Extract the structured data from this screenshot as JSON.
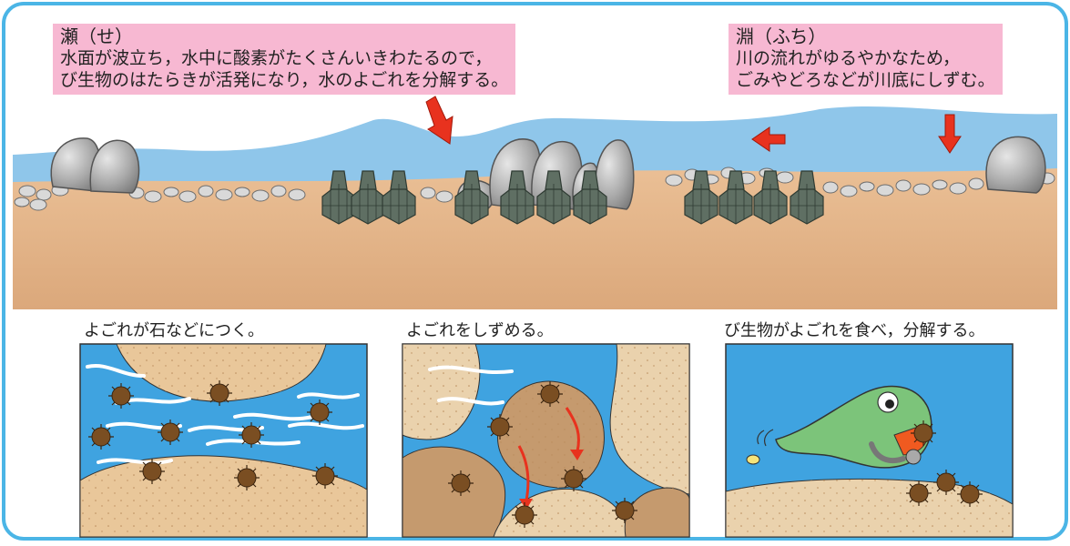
{
  "rapids": {
    "title": "瀬（せ）",
    "line1": "水面が波立ち，水中に酸素がたくさんいきわたるので，",
    "line2": "び生物のはたらきが活発になり，水のよごれを分解する。"
  },
  "pool": {
    "title": "淵（ふち）",
    "line1": "川の流れがゆるやかなため，",
    "line2": "ごみやどろなどが川底にしずむ。"
  },
  "captions": {
    "panel1": "よごれが石などにつく。",
    "panel2": "よごれをしずめる。",
    "panel3": "び生物がよごれを食べ，分解する。"
  },
  "colors": {
    "frame_border": "#4bb5e6",
    "label_bg": "#f7b8d2",
    "water": "#8fc6ea",
    "water_panel": "#3fa3e0",
    "sand": "#e7b98c",
    "stone": "#a9a9a9",
    "arrow": "#e8321e",
    "microbe": "#7a4e22",
    "fish": "#7cc47a"
  }
}
